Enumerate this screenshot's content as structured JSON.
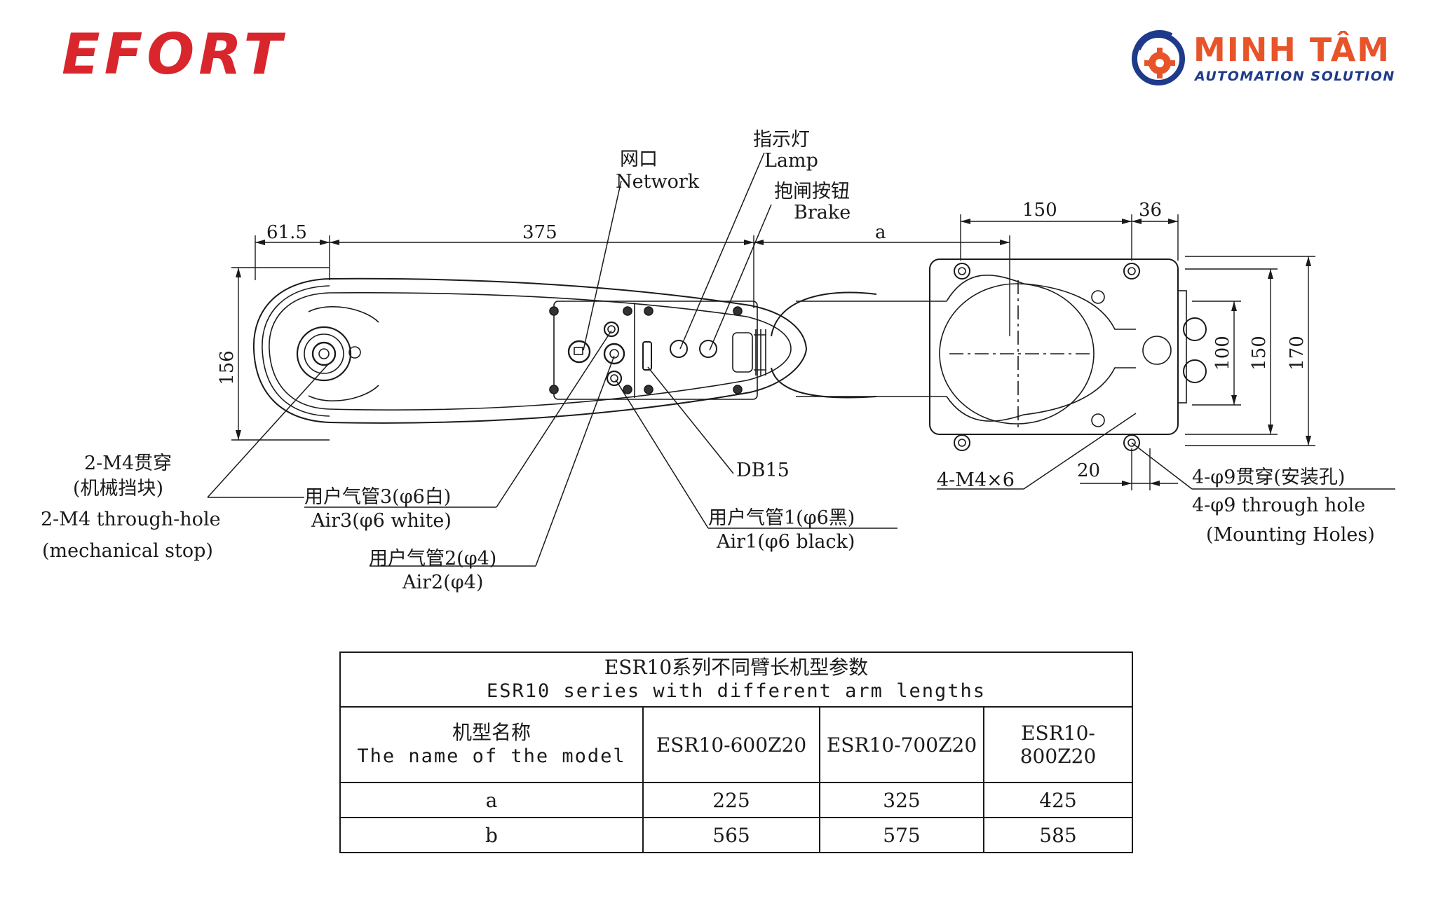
{
  "brand": {
    "efort": "EFORT",
    "minhtam_name": "MINH TÂM",
    "minhtam_tagline": "AUTOMATION SOLUTION"
  },
  "dimensions": {
    "d61_5": "61.5",
    "d375": "375",
    "da": "a",
    "d150_top": "150",
    "d36": "36",
    "d156": "156",
    "d100": "100",
    "d150_right": "150",
    "d170": "170",
    "d20": "20"
  },
  "callouts": {
    "network_cn": "网口",
    "network_en": "Network",
    "lamp_cn": "指示灯",
    "lamp_en": "Lamp",
    "brake_cn": "抱闸按钮",
    "brake_en": "Brake",
    "stop_cn_1": "2-M4贯穿",
    "stop_cn_2": "(机械挡块)",
    "stop_en_1": "2-M4 through-hole",
    "stop_en_2": "(mechanical stop)",
    "air3_cn": "用户气管3(φ6白)",
    "air3_en": "Air3(φ6 white)",
    "air2_cn": "用户气管2(φ4)",
    "air2_en": "Air2(φ4)",
    "db15": "DB15",
    "air1_cn": "用户气管1(φ6黑)",
    "air1_en": "Air1(φ6 black)",
    "m4x6": "4-M4×6",
    "mount_cn": "4-φ9贯穿(安装孔)",
    "mount_en_1": "4-φ9 through hole",
    "mount_en_2": "(Mounting Holes)"
  },
  "table": {
    "title_cn": "ESR10系列不同臂长机型参数",
    "title_en": "ESR10 series with different arm lengths",
    "header_cn": "机型名称",
    "header_en": "The name of the model",
    "models": [
      "ESR10-600Z20",
      "ESR10-700Z20",
      "ESR10-800Z20"
    ],
    "rows": [
      {
        "label": "a",
        "values": [
          "225",
          "325",
          "425"
        ]
      },
      {
        "label": "b",
        "values": [
          "565",
          "575",
          "585"
        ]
      }
    ]
  }
}
